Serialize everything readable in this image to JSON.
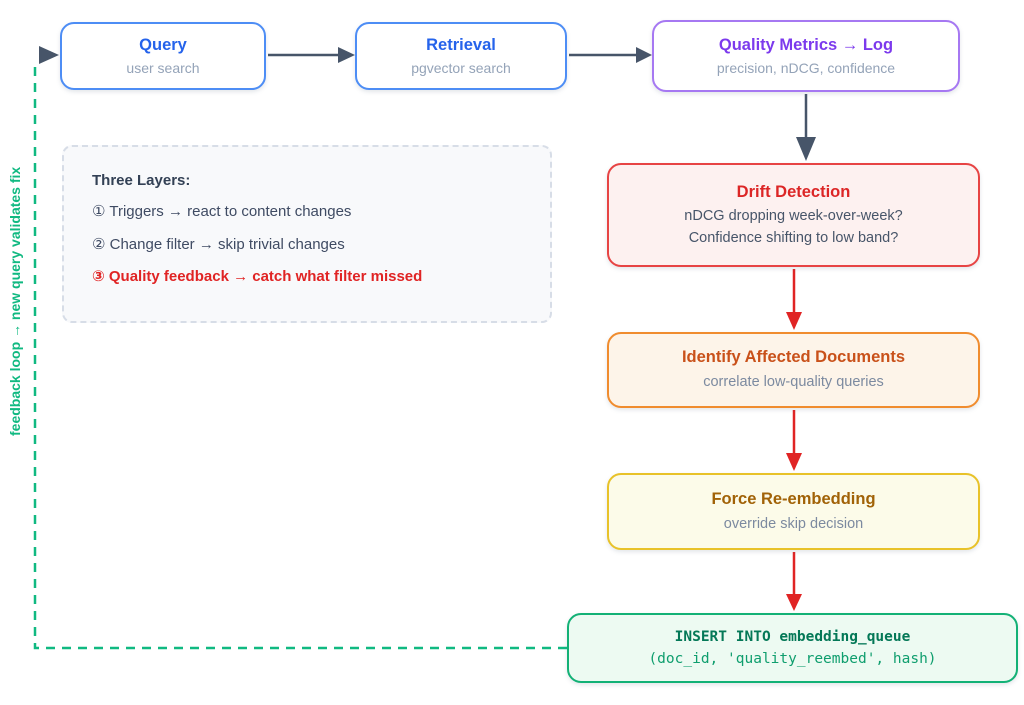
{
  "top_row": {
    "query": {
      "title": "Query",
      "subtitle": "user search"
    },
    "retrieval": {
      "title": "Retrieval",
      "subtitle": "pgvector search"
    },
    "metrics": {
      "title": "Quality Metrics → Log",
      "subtitle": "precision, nDCG, confidence"
    }
  },
  "pipeline": {
    "drift": {
      "title": "Drift Detection",
      "line1": "nDCG dropping week-over-week?",
      "line2": "Confidence shifting to low band?"
    },
    "identify": {
      "title": "Identify Affected Documents",
      "line1": "correlate low-quality queries"
    },
    "force": {
      "title": "Force Re-embedding",
      "line1": "override skip decision"
    },
    "queue": {
      "code_line1": "INSERT INTO embedding_queue",
      "code_line2": "(doc_id, 'quality_reembed', hash)"
    }
  },
  "note": {
    "heading": "Three Layers:",
    "items": [
      "① Triggers → react to content changes",
      "② Change filter → skip trivial changes",
      "③ Quality feedback → catch what filter missed"
    ]
  },
  "feedback_label": "feedback loop → new query validates fix",
  "colors": {
    "blue_border": "#4d8df5",
    "blue_title": "#2563eb",
    "purple_border": "#a678f2",
    "purple_title": "#7c3aed",
    "red_border": "#e74444",
    "red_bg": "#fdf1f0",
    "orange_border": "#f08c2e",
    "orange_bg": "#fdf4e9",
    "yellow_border": "#e8c229",
    "yellow_bg": "#fcfbe9",
    "green_border": "#13b176",
    "green_bg": "#edfaf2",
    "slate_arrow": "#475569",
    "red_arrow": "#e02424",
    "feedback_green": "#10b981"
  }
}
